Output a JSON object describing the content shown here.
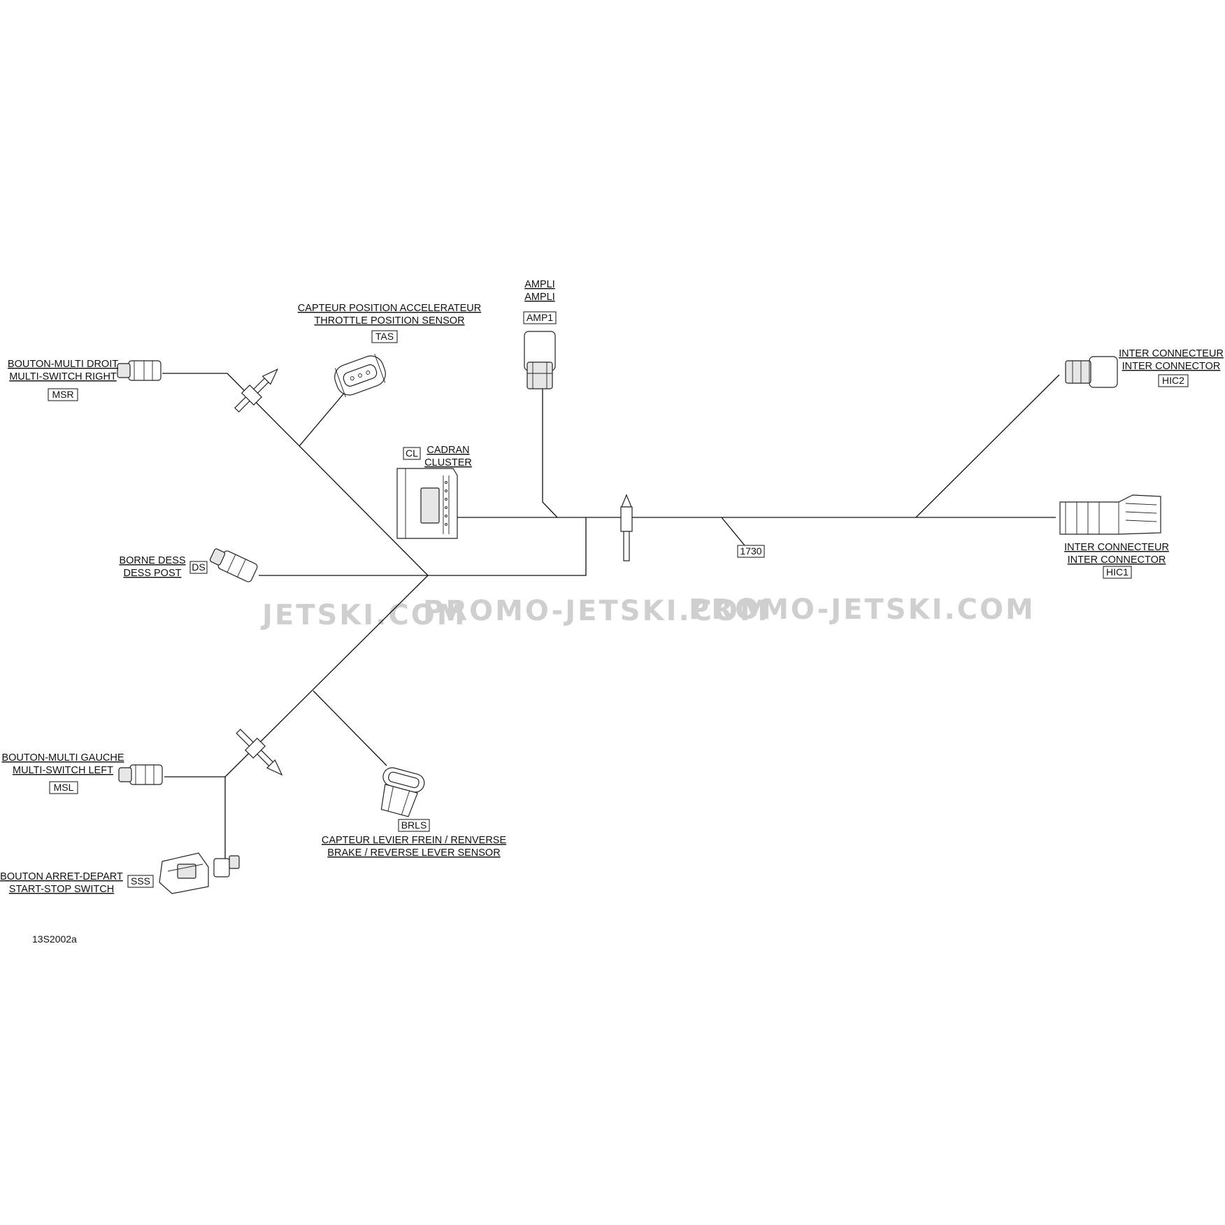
{
  "watermarks": [
    "JETSKI.COM",
    "PROMO-JETSKI.COM",
    "PROMO-JETSKI.COM"
  ],
  "figure_ref": "13S2002a",
  "harness_code": "1730",
  "components": {
    "msr": {
      "line_fr": "BOUTON-MULTI DROIT",
      "line_en": "MULTI-SWITCH RIGHT",
      "code": "MSR"
    },
    "tas": {
      "line_fr": "CAPTEUR POSITION ACCELERATEUR",
      "line_en": "THROTTLE POSITION SENSOR",
      "code": "TAS"
    },
    "amp1": {
      "line_fr": "AMPLI",
      "line_en": "AMPLI",
      "code": "AMP1"
    },
    "hic2": {
      "line_fr": "INTER CONNECTEUR",
      "line_en": "INTER CONNECTOR",
      "code": "HIC2"
    },
    "cl": {
      "line_fr": "CADRAN",
      "line_en": "CLUSTER",
      "code": "CL"
    },
    "hic1": {
      "line_fr": "INTER CONNECTEUR",
      "line_en": "INTER CONNECTOR",
      "code": "HIC1"
    },
    "ds": {
      "line_fr": "BORNE DESS",
      "line_en": "DESS POST",
      "code": "DS"
    },
    "msl": {
      "line_fr": "BOUTON-MULTI GAUCHE",
      "line_en": "MULTI-SWITCH LEFT",
      "code": "MSL"
    },
    "brls": {
      "line_fr": "CAPTEUR LEVIER FREIN / RENVERSE",
      "line_en": "BRAKE / REVERSE LEVER SENSOR",
      "code": "BRLS"
    },
    "sss": {
      "line_fr": "BOUTON ARRET-DEPART",
      "line_en": "START-STOP SWITCH",
      "code": "SSS"
    }
  }
}
